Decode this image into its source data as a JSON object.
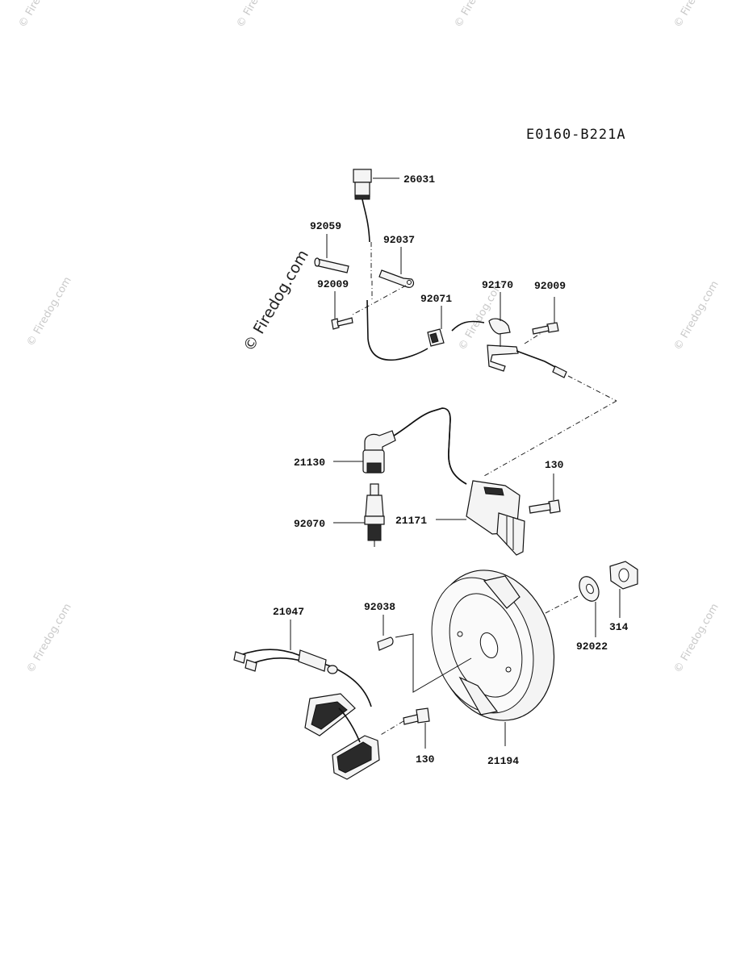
{
  "diagram_code": "E0160-B221A",
  "watermark_text": "© Firedog.com",
  "parts": {
    "p26031": "26031",
    "p92059": "92059",
    "p92037": "92037",
    "p92009a": "92009",
    "p92071": "92071",
    "p92170": "92170",
    "p92009b": "92009",
    "p21130": "21130",
    "p130a": "130",
    "p21171": "21171",
    "p92070": "92070",
    "p21047": "21047",
    "p92038": "92038",
    "p92022": "92022",
    "p314": "314",
    "p130b": "130",
    "p21194": "21194"
  }
}
